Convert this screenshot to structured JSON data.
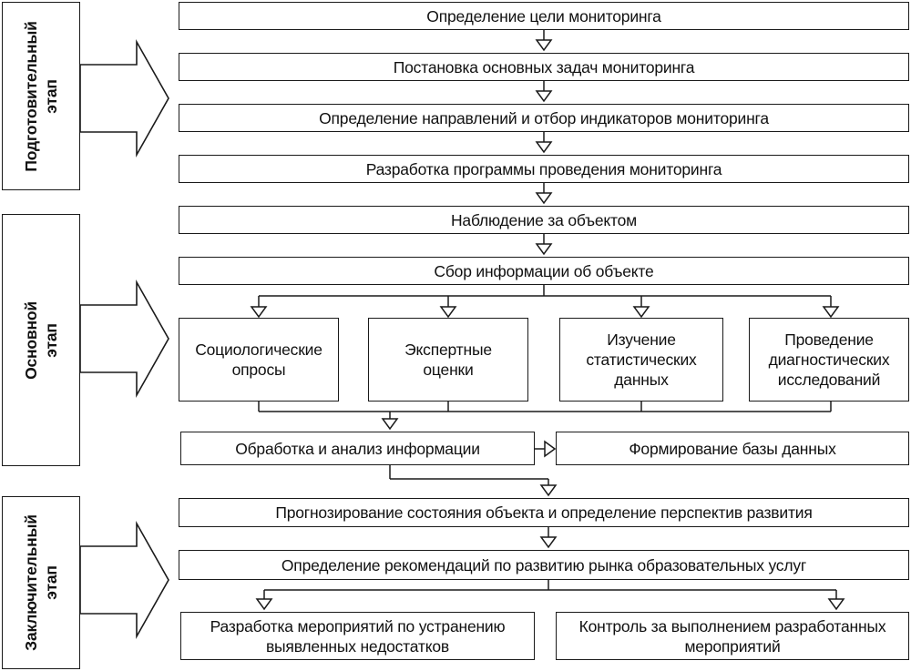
{
  "stages": {
    "preparatory": "Подготовительный\nэтап",
    "main": "Основной этап",
    "final": "Заключительный\nэтап"
  },
  "steps": {
    "goal": "Определение цели мониторинга",
    "tasks": "Постановка основных задач мониторинга",
    "directions": "Определение направлений и отбор индикаторов мониторинга",
    "program": "Разработка программы проведения мониторинга",
    "observation": "Наблюдение за объектом",
    "collection": "Сбор информации об объекте",
    "surveys": "Социологические\nопросы",
    "expert": "Экспертные\nоценки",
    "statistics": "Изучение\nстатистических\nданных",
    "diagnostics": "Проведение\nдиагностических\nисследований",
    "processing": "Обработка и анализ информации",
    "database": "Формирование базы данных",
    "forecast": "Прогнозирование состояния объекта и определение перспектив развития",
    "recommendations": "Определение рекомендаций по развитию рынка образовательных услуг",
    "measures": "Разработка мероприятий по устранению\nвыявленных недостатков",
    "control": "Контроль за выполнением разработанных\nмероприятий"
  }
}
